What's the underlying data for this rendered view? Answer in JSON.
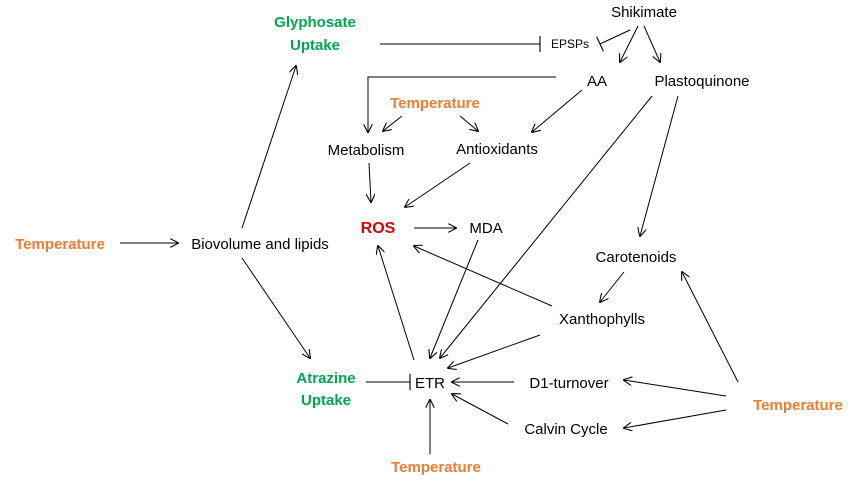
{
  "colors": {
    "temperature": "#ed7d31",
    "uptake": "#00a651",
    "ros": "#e00000",
    "text": "#000000",
    "line": "#000000",
    "background": "#ffffff"
  },
  "nodes": {
    "shikimate": "Shikimate",
    "glyphosate_uptake_line1": "Glyphosate",
    "glyphosate_uptake_line2": "Uptake",
    "epsps": "EPSPs",
    "aa": "AA",
    "plastoquinone": "Plastoquinone",
    "temperature_top": "Temperature",
    "metabolism": "Metabolism",
    "antioxidants": "Antioxidants",
    "temperature_left": "Temperature",
    "biovolume": "Biovolume and lipids",
    "ros": "ROS",
    "mda": "MDA",
    "carotenoids": "Carotenoids",
    "xanthophylls": "Xanthophylls",
    "atrazine_uptake_line1": "Atrazine",
    "atrazine_uptake_line2": "Uptake",
    "etr": "ETR",
    "d1_turnover": "D1-turnover",
    "calvin_cycle": "Calvin Cycle",
    "temperature_right": "Temperature",
    "temperature_bottom": "Temperature"
  }
}
